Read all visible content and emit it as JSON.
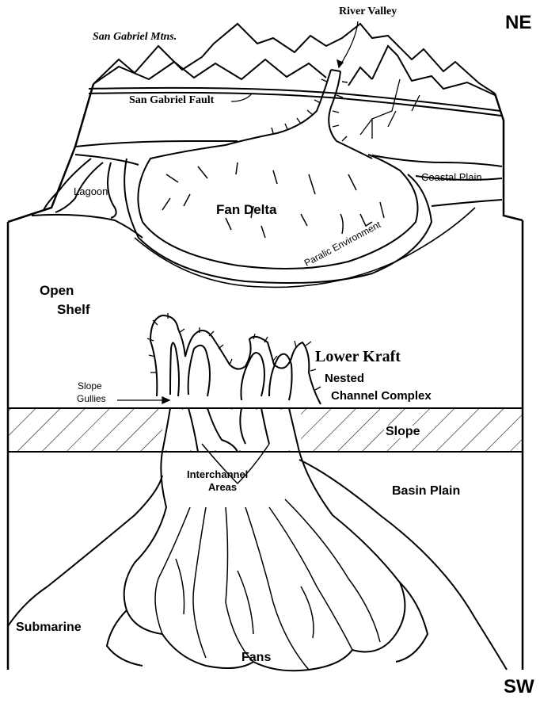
{
  "labels": {
    "compass_ne": "NE",
    "compass_sw": "SW",
    "river_valley": "River Valley",
    "san_gabriel_mtns": "San Gabriel Mtns.",
    "san_gabriel_fault": "San Gabriel Fault",
    "coastal_plain": "Coastal Plain",
    "lagoon": "Lagoon",
    "fan_delta": "Fan Delta",
    "paralic_environment": "Paralic Environment",
    "open_shelf_line1": "Open",
    "open_shelf_line2": "Shelf",
    "lower_kraft": "Lower Kraft",
    "nested_line1": "Nested",
    "nested_line2": "Channel Complex",
    "slope_gullies_line1": "Slope",
    "slope_gullies_line2": "Gullies",
    "slope": "Slope",
    "interchannel_line1": "Interchannel",
    "interchannel_line2": "Areas",
    "basin_plain": "Basin Plain",
    "submarine": "Submarine",
    "fans": "Fans"
  },
  "colors": {
    "ink": "#000000",
    "paper": "#ffffff"
  }
}
